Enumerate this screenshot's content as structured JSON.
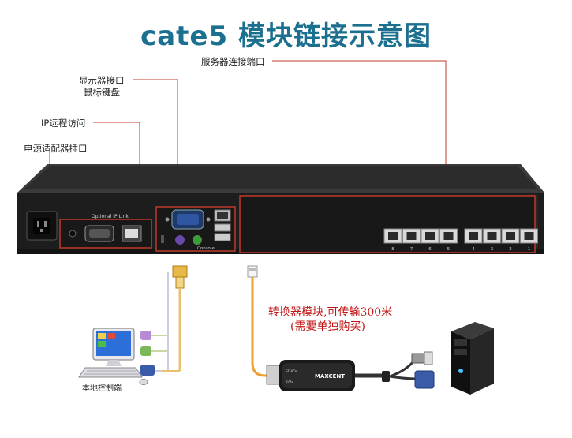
{
  "title": "cate5 模块链接示意图",
  "labels": {
    "server_port": "服务器连接端口",
    "monitor_port": "显示器接口",
    "mouse_keyboard": "鼠标键盘",
    "ip_remote": "IP远程访问",
    "power_socket": "电源适配器插口",
    "local_console": "本地控制端"
  },
  "note": {
    "line1": "转换器模块,可传输300米",
    "line2": "(需要单独购买)"
  },
  "device": {
    "optional_ip_link": "Optional IP Link",
    "console": "Console",
    "port_numbers": [
      "8",
      "7",
      "6",
      "5",
      "4",
      "3",
      "2",
      "1"
    ]
  },
  "module": {
    "brand": "MAXCENT",
    "left_mark": "SDAOs",
    "left_mark2": "ZAG"
  },
  "colors": {
    "title": "#1b6f8f",
    "callout_line": "#c0392b",
    "note_text": "#c21616",
    "cable_orange": "#f0a030",
    "chassis": "#1d1d1d"
  }
}
